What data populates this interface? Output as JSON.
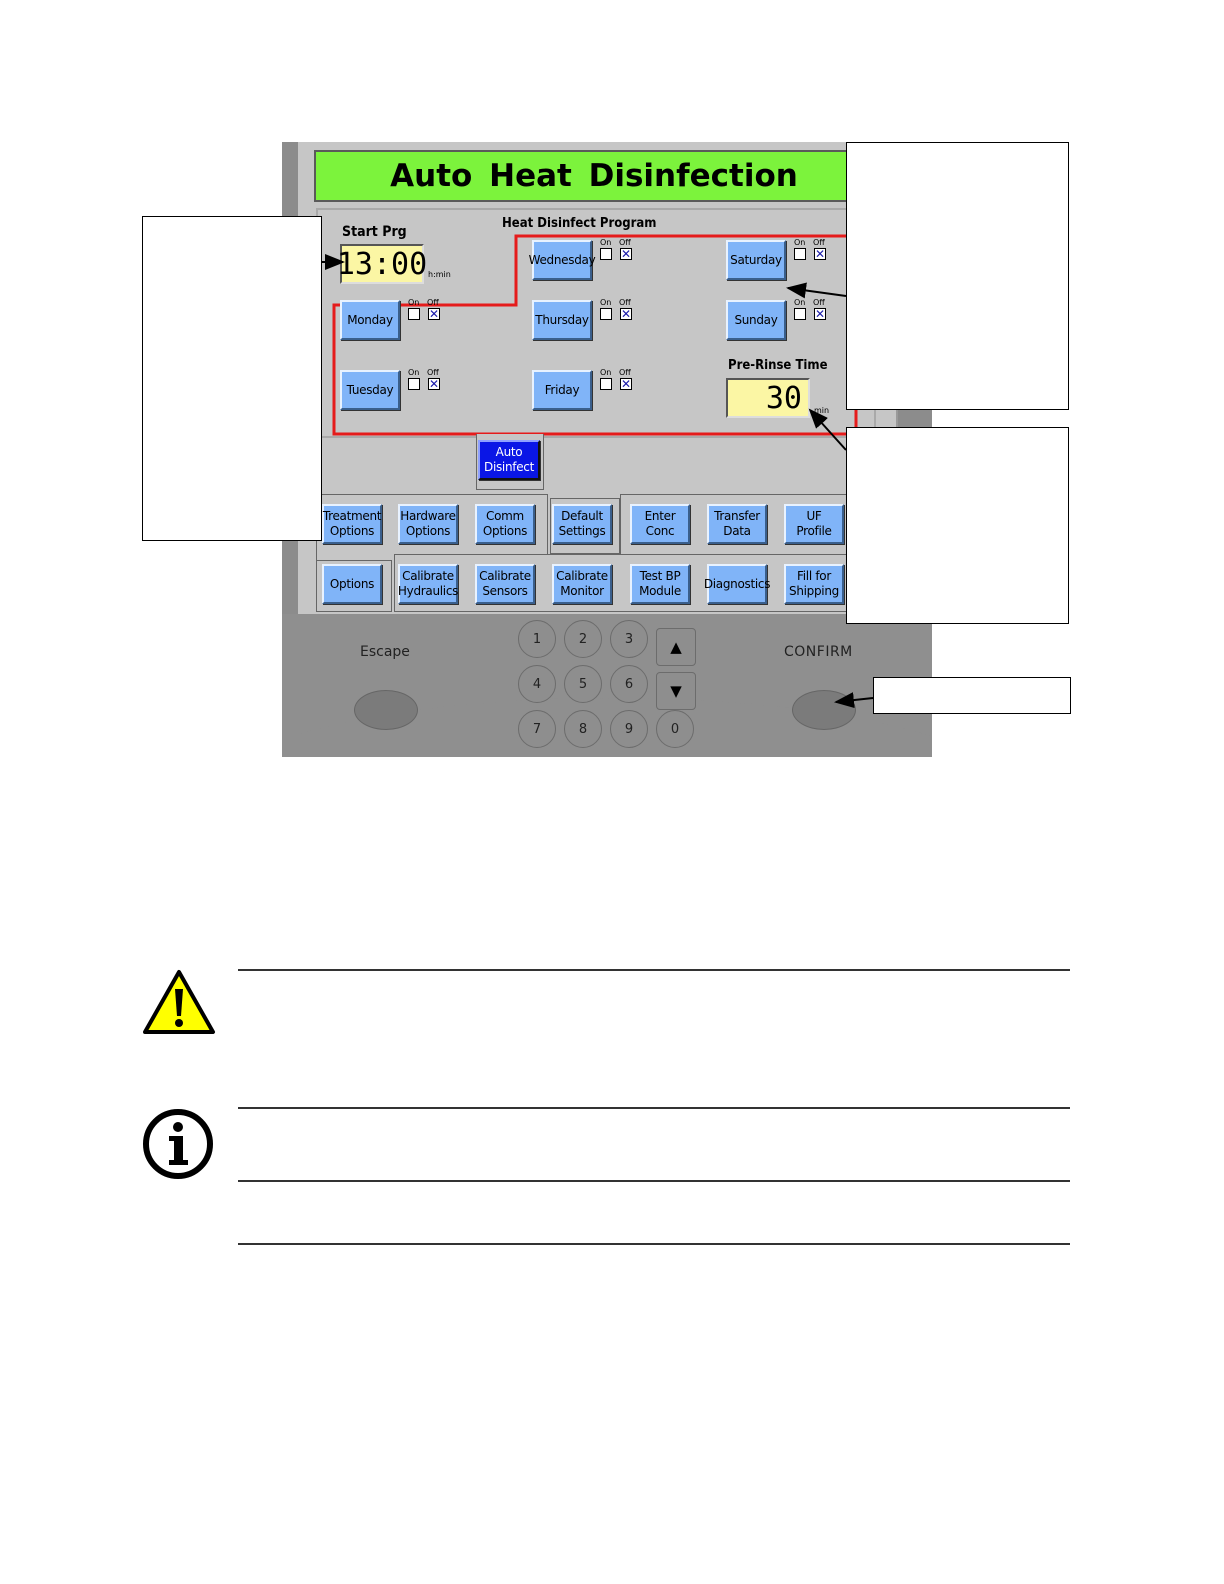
{
  "screen": {
    "title": "Auto Heat Disinfection",
    "start_program": {
      "label": "Start Prg",
      "time": "13:00",
      "unit": "h:min"
    },
    "program_label": "Heat Disinfect Program",
    "on_label": "On",
    "off_label": "Off",
    "days": [
      {
        "label": "Monday",
        "on": false,
        "off": true
      },
      {
        "label": "Tuesday",
        "on": false,
        "off": true
      },
      {
        "label": "Wednesday",
        "on": false,
        "off": true
      },
      {
        "label": "Thursday",
        "on": false,
        "off": true
      },
      {
        "label": "Friday",
        "on": false,
        "off": true
      },
      {
        "label": "Saturday",
        "on": false,
        "off": true
      },
      {
        "label": "Sunday",
        "on": false,
        "off": true
      }
    ],
    "check_mark": "✕",
    "pre_rinse": {
      "label": "Pre-Rinse  Time",
      "value": "30",
      "unit": "min"
    },
    "active_tab": "Auto\nDisinfect",
    "tabs_row1": [
      "Treatment\nOptions",
      "Hardware\nOptions",
      "Comm\nOptions",
      "Default\nSettings",
      "Enter\nConc",
      "Transfer\nData",
      "UF\nProfile"
    ],
    "tabs_row2": [
      "Options",
      "Calibrate\nHydraulics",
      "Calibrate\nSensors",
      "Calibrate\nMonitor",
      "Test BP\nModule",
      "Diagnostics",
      "Fill for\nShipping"
    ]
  },
  "keypad": {
    "escape_label": "Escape",
    "confirm_label": "CONFIRM",
    "keys": [
      "1",
      "2",
      "3",
      "4",
      "5",
      "6",
      "7",
      "8",
      "9",
      "0"
    ],
    "up_arrow": "▲",
    "down_arrow": "▼"
  },
  "colors": {
    "title_bar": "#7cf33c",
    "button": "#80b4f8",
    "active_button": "#0a16e6",
    "time_field": "#fbf6a4",
    "highlight_outline": "#e51b1b"
  },
  "icons": {
    "warning": "warning-triangle-icon",
    "info": "info-circle-icon"
  }
}
